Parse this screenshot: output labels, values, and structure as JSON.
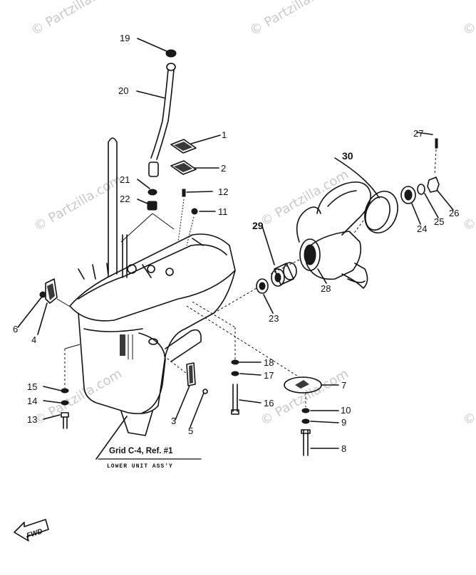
{
  "watermark": "© Partzilla.com",
  "note": {
    "line1": "Grid C-4, Ref. #1",
    "line2": "LOWER UNIT ASS'Y"
  },
  "fwd_label": "FWD",
  "callouts": [
    {
      "id": "1",
      "label": "1"
    },
    {
      "id": "2",
      "label": "2"
    },
    {
      "id": "3",
      "label": "3"
    },
    {
      "id": "4",
      "label": "4"
    },
    {
      "id": "5",
      "label": "5"
    },
    {
      "id": "6",
      "label": "6"
    },
    {
      "id": "7",
      "label": "7"
    },
    {
      "id": "8",
      "label": "8"
    },
    {
      "id": "9",
      "label": "9"
    },
    {
      "id": "10",
      "label": "10"
    },
    {
      "id": "11",
      "label": "11"
    },
    {
      "id": "12",
      "label": "12"
    },
    {
      "id": "13",
      "label": "13"
    },
    {
      "id": "14",
      "label": "14"
    },
    {
      "id": "15",
      "label": "15"
    },
    {
      "id": "16",
      "label": "16"
    },
    {
      "id": "17",
      "label": "17"
    },
    {
      "id": "18",
      "label": "18"
    },
    {
      "id": "19",
      "label": "19"
    },
    {
      "id": "20",
      "label": "20"
    },
    {
      "id": "21",
      "label": "21"
    },
    {
      "id": "22",
      "label": "22"
    },
    {
      "id": "23",
      "label": "23"
    },
    {
      "id": "24",
      "label": "24"
    },
    {
      "id": "25",
      "label": "25"
    },
    {
      "id": "26",
      "label": "26"
    },
    {
      "id": "27",
      "label": "27"
    },
    {
      "id": "28",
      "label": "28"
    },
    {
      "id": "29",
      "label": "29"
    },
    {
      "id": "30",
      "label": "30"
    }
  ]
}
